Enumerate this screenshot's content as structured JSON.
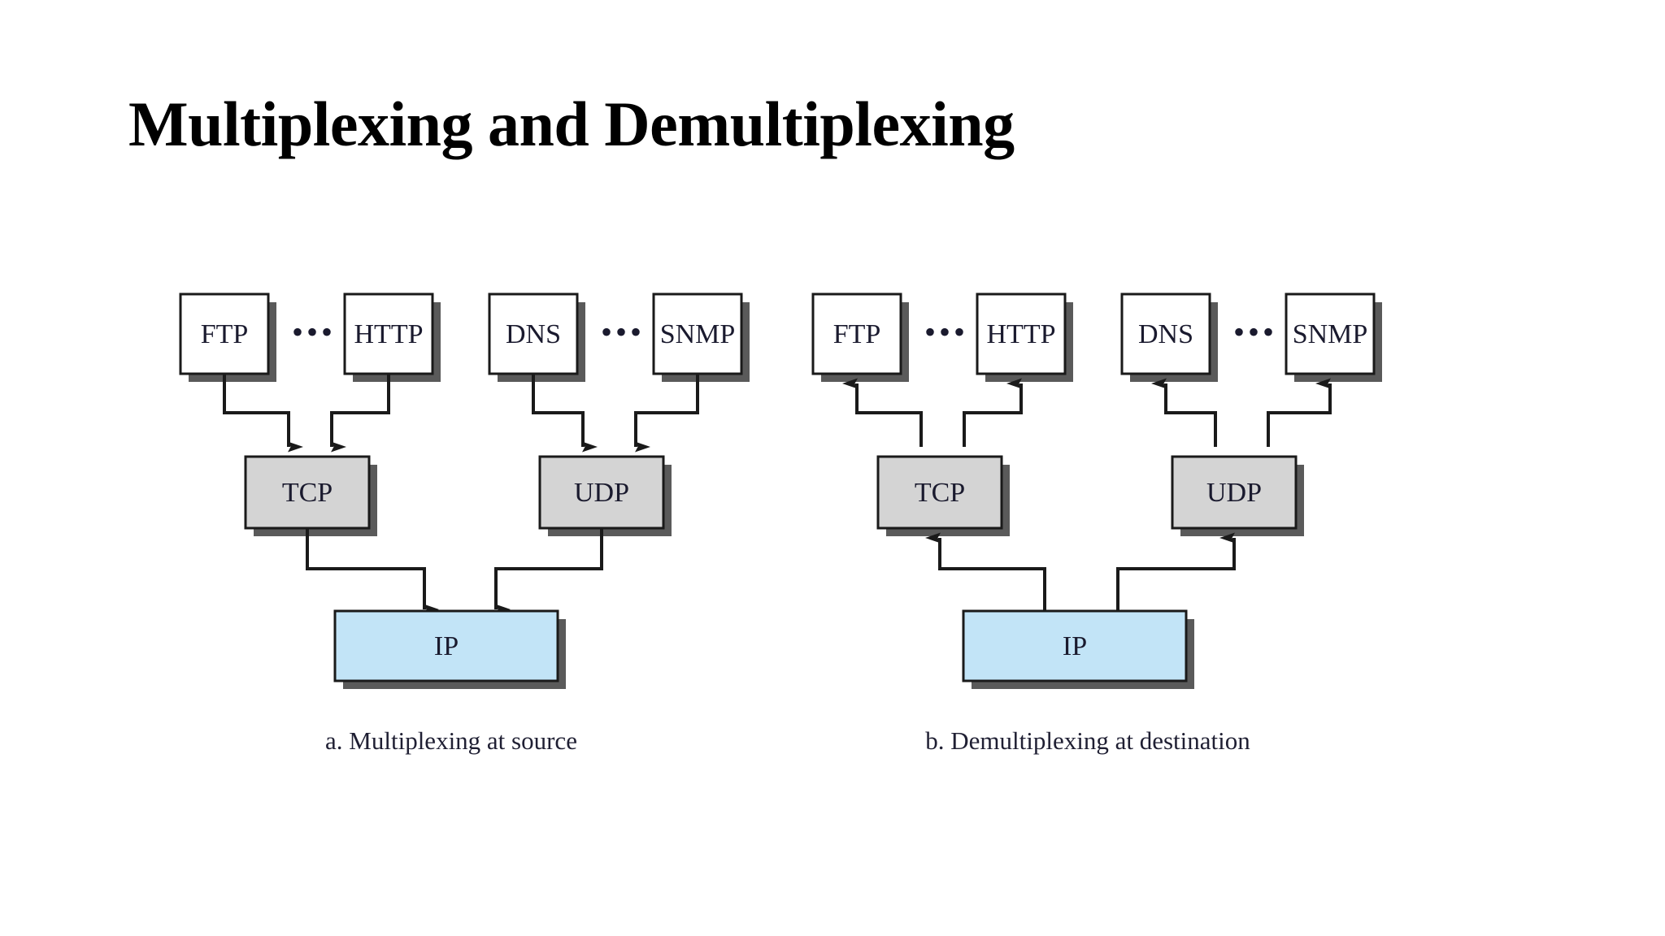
{
  "slide": {
    "title": "Multiplexing and Demultiplexing",
    "background_color": "#ffffff"
  },
  "colors": {
    "app_box_fill": "#ffffff",
    "transport_box_fill": "#d4d4d4",
    "ip_box_fill": "#c2e4f7",
    "box_border": "#1a1a1a",
    "shadow": "#5a5a5a",
    "line": "#1a1a1a",
    "text": "#1a1a2e"
  },
  "figure": {
    "panels": [
      {
        "id": "multiplexing",
        "caption": "a. Multiplexing at source",
        "direction": "down",
        "app_boxes": [
          {
            "label": "FTP"
          },
          {
            "label": "HTTP"
          },
          {
            "label": "DNS"
          },
          {
            "label": "SNMP"
          }
        ],
        "ellipsis": [
          {
            "dots": "•••"
          },
          {
            "dots": "•••"
          }
        ],
        "transport_boxes": [
          {
            "label": "TCP"
          },
          {
            "label": "UDP"
          }
        ],
        "network_box": {
          "label": "IP"
        }
      },
      {
        "id": "demultiplexing",
        "caption": "b. Demultiplexing at destination",
        "direction": "up",
        "app_boxes": [
          {
            "label": "FTP"
          },
          {
            "label": "HTTP"
          },
          {
            "label": "DNS"
          },
          {
            "label": "SNMP"
          }
        ],
        "ellipsis": [
          {
            "dots": "•••"
          },
          {
            "dots": "•••"
          }
        ],
        "transport_boxes": [
          {
            "label": "TCP"
          },
          {
            "label": "UDP"
          }
        ],
        "network_box": {
          "label": "IP"
        }
      }
    ]
  }
}
